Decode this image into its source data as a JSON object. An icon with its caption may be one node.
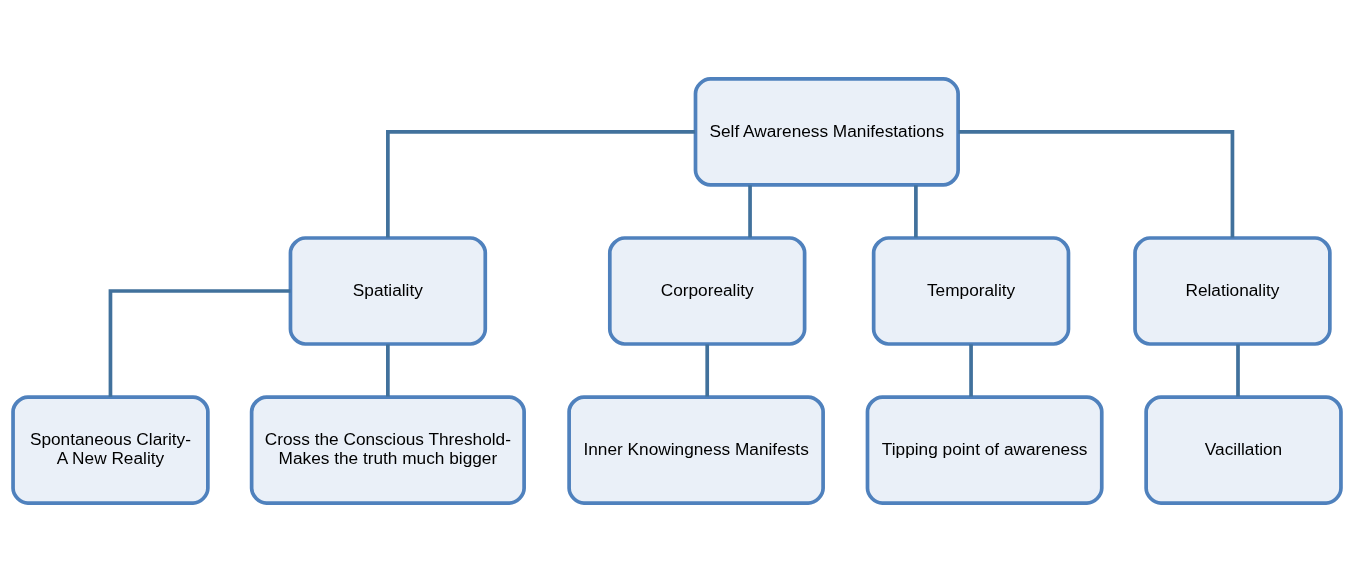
{
  "diagram": {
    "nodes": [
      {
        "text": [
          "Self Awareness Manifestations"
        ]
      },
      {
        "text": [
          "Spatiality"
        ]
      },
      {
        "text": [
          "Corporeality"
        ]
      },
      {
        "text": [
          "Temporality"
        ]
      },
      {
        "text": [
          "Relationality"
        ]
      },
      {
        "text": [
          "Spontaneous Clarity-",
          "A New Reality"
        ]
      },
      {
        "text": [
          "Cross the Conscious Threshold-",
          "Makes the truth much bigger"
        ]
      },
      {
        "text": [
          "Inner Knowingness Manifests"
        ]
      },
      {
        "text": [
          "Tipping point of awareness"
        ]
      },
      {
        "text": [
          "Vacillation"
        ]
      }
    ],
    "edges": [
      {
        "from": 0,
        "to": 1,
        "arrow": "none"
      },
      {
        "from": 0,
        "to": 2,
        "arrow": "none"
      },
      {
        "from": 0,
        "to": 3,
        "arrow": "none"
      },
      {
        "from": 0,
        "to": 4,
        "arrow": "none"
      },
      {
        "from": 1,
        "to": 5,
        "arrow": "none"
      },
      {
        "from": 1,
        "to": 6,
        "arrow": "none"
      },
      {
        "from": 2,
        "to": 7,
        "arrow": "none"
      },
      {
        "from": 3,
        "to": 8,
        "arrow": "none"
      },
      {
        "from": 4,
        "to": 9,
        "arrow": "none"
      }
    ]
  }
}
